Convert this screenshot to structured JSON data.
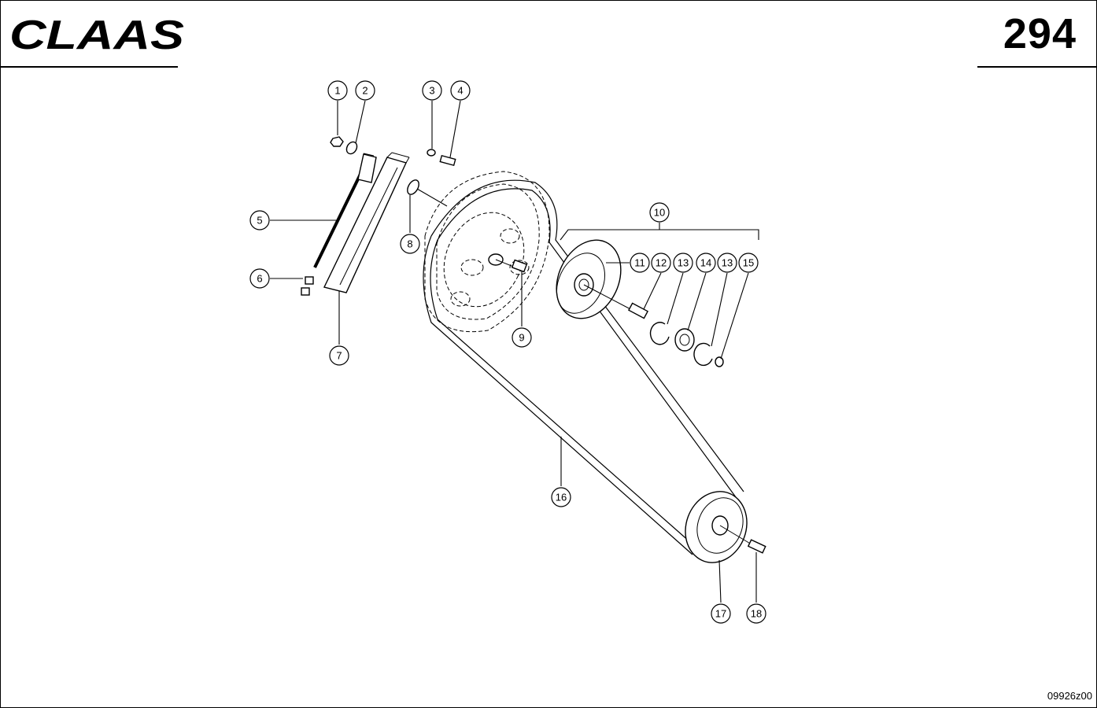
{
  "header": {
    "brand": "CLAAS",
    "page_number": "294"
  },
  "footer": {
    "drawing_code": "09926z00"
  },
  "callouts": [
    "1",
    "2",
    "3",
    "4",
    "5",
    "6",
    "7",
    "8",
    "9",
    "10",
    "11",
    "12",
    "13",
    "14",
    "13",
    "15",
    "16",
    "17",
    "18"
  ],
  "colors": {
    "ink": "#000000",
    "paper": "#ffffff"
  }
}
